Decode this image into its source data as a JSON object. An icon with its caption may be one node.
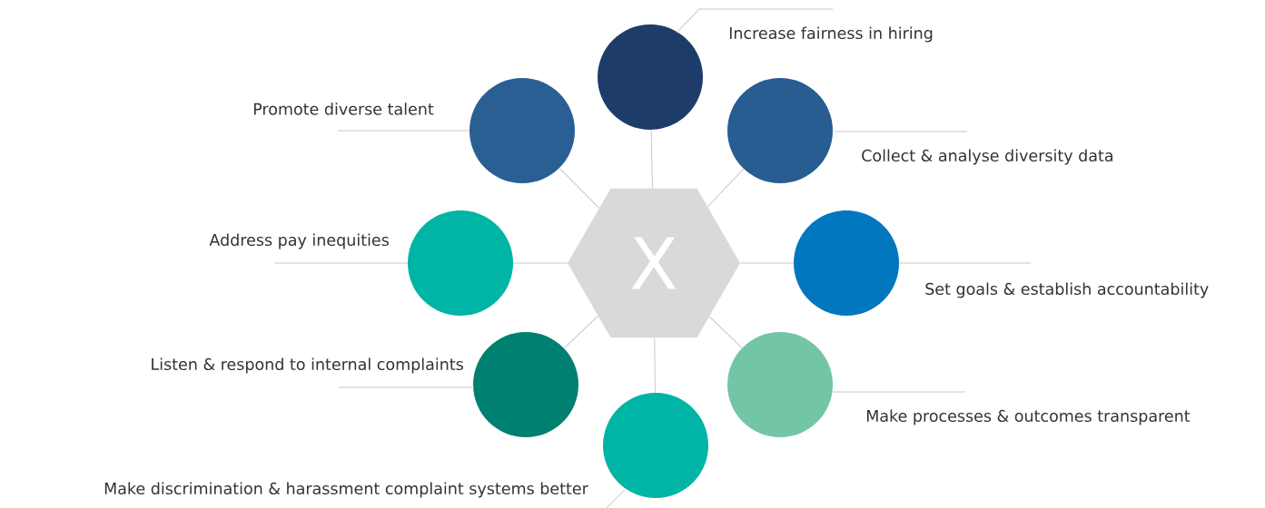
{
  "diagram": {
    "nodes": [
      {
        "text": [
          "X"
        ]
      },
      {
        "text": [],
        "shape": "circle",
        "beside": [
          "Increase fairness in hiring"
        ]
      },
      {
        "text": [],
        "shape": "circle",
        "beside": [
          "Collect & analyse diversity data"
        ]
      },
      {
        "text": [],
        "shape": "circle",
        "beside": [
          "Set goals & establish accountability"
        ]
      },
      {
        "text": [],
        "shape": "circle",
        "beside": [
          "Make processes & outcomes transparent"
        ]
      },
      {
        "text": [],
        "shape": "circle",
        "beside": [
          "Make discrimination & harassment complaint systems better"
        ]
      },
      {
        "text": [],
        "shape": "circle",
        "beside": [
          "Listen & respond to internal complaints"
        ]
      },
      {
        "text": [],
        "shape": "circle",
        "beside": [
          "Address pay inequities"
        ]
      },
      {
        "text": [],
        "shape": "circle",
        "beside": [
          "Promote diverse talent"
        ]
      }
    ],
    "edges": [
      {
        "from": 0,
        "to": 1,
        "arrow": "none"
      },
      {
        "from": 0,
        "to": 2,
        "arrow": "none"
      },
      {
        "from": 0,
        "to": 3,
        "arrow": "none"
      },
      {
        "from": 0,
        "to": 4,
        "arrow": "none"
      },
      {
        "from": 0,
        "to": 5,
        "arrow": "none"
      },
      {
        "from": 0,
        "to": 6,
        "arrow": "none"
      },
      {
        "from": 0,
        "to": 7,
        "arrow": "none"
      },
      {
        "from": 0,
        "to": 8,
        "arrow": "none"
      },
      {
        "from": 1,
        "to": null,
        "arrow": "none"
      },
      {
        "from": 2,
        "to": null,
        "arrow": "none"
      },
      {
        "from": 3,
        "to": null,
        "arrow": "none"
      },
      {
        "from": 4,
        "to": null,
        "arrow": "none"
      },
      {
        "from": 5,
        "to": null,
        "arrow": "none"
      },
      {
        "from": 6,
        "to": null,
        "arrow": "none"
      },
      {
        "from": 7,
        "to": null,
        "arrow": "none"
      },
      {
        "from": 8,
        "to": null,
        "arrow": "none"
      }
    ]
  }
}
